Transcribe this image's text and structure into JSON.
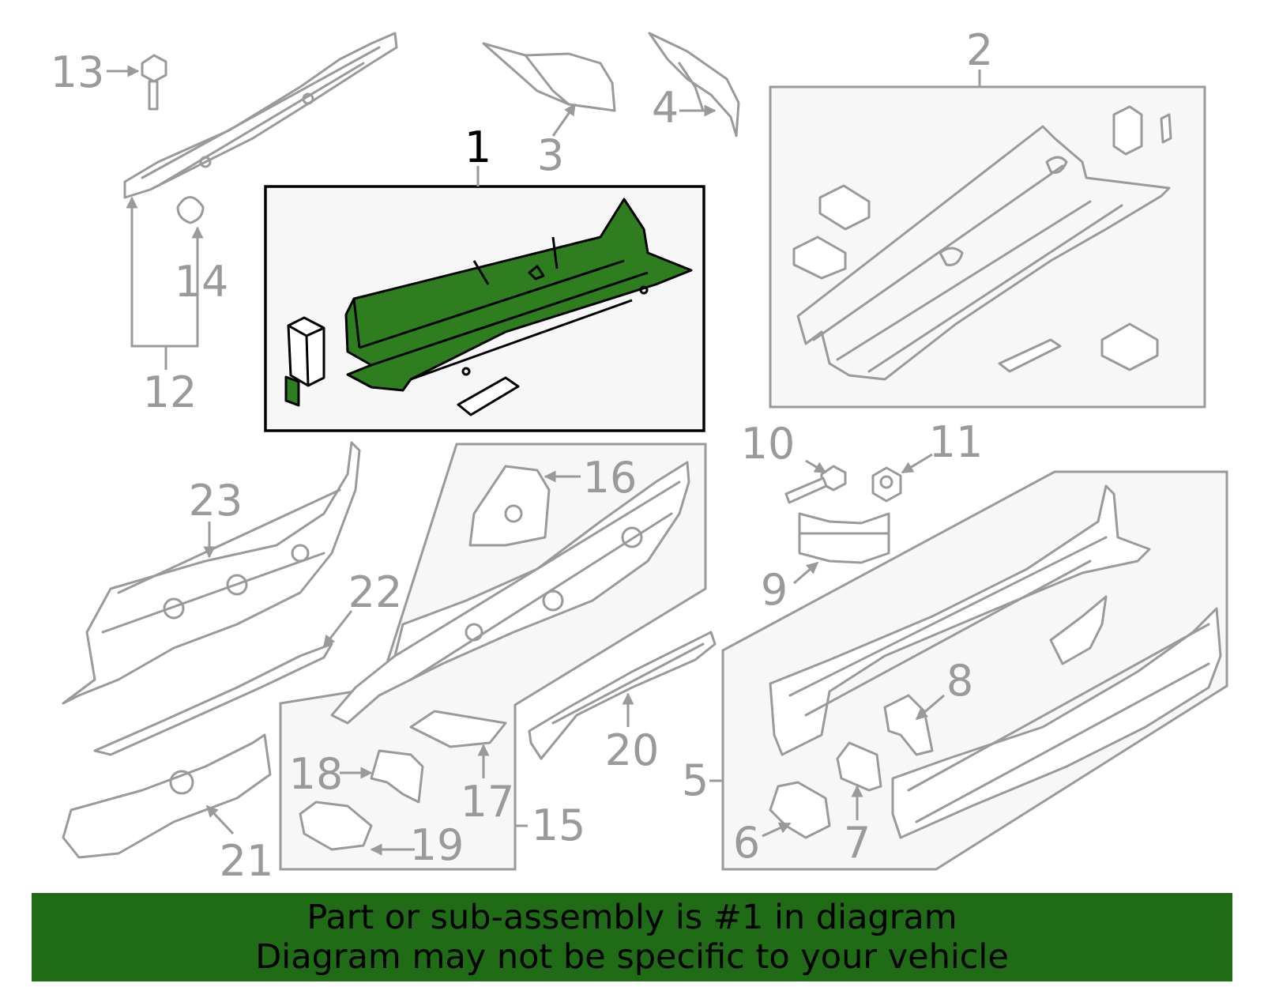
{
  "callouts": {
    "c1": "1",
    "c2": "2",
    "c3": "3",
    "c4": "4",
    "c5": "5",
    "c6": "6",
    "c7": "7",
    "c8": "8",
    "c9": "9",
    "c10": "10",
    "c11": "11",
    "c12": "12",
    "c13": "13",
    "c14": "14",
    "c15": "15",
    "c16": "16",
    "c17": "17",
    "c18": "18",
    "c19": "19",
    "c20": "20",
    "c21": "21",
    "c22": "22",
    "c23": "23"
  },
  "banner": {
    "line1": "Part or sub-assembly is #1 in diagram",
    "line2": "Diagram may not be specific to your vehicle"
  },
  "colors": {
    "highlight": "#1f6b16",
    "highlight_part": "#2e7d1e",
    "line": "#9a9a9a"
  }
}
